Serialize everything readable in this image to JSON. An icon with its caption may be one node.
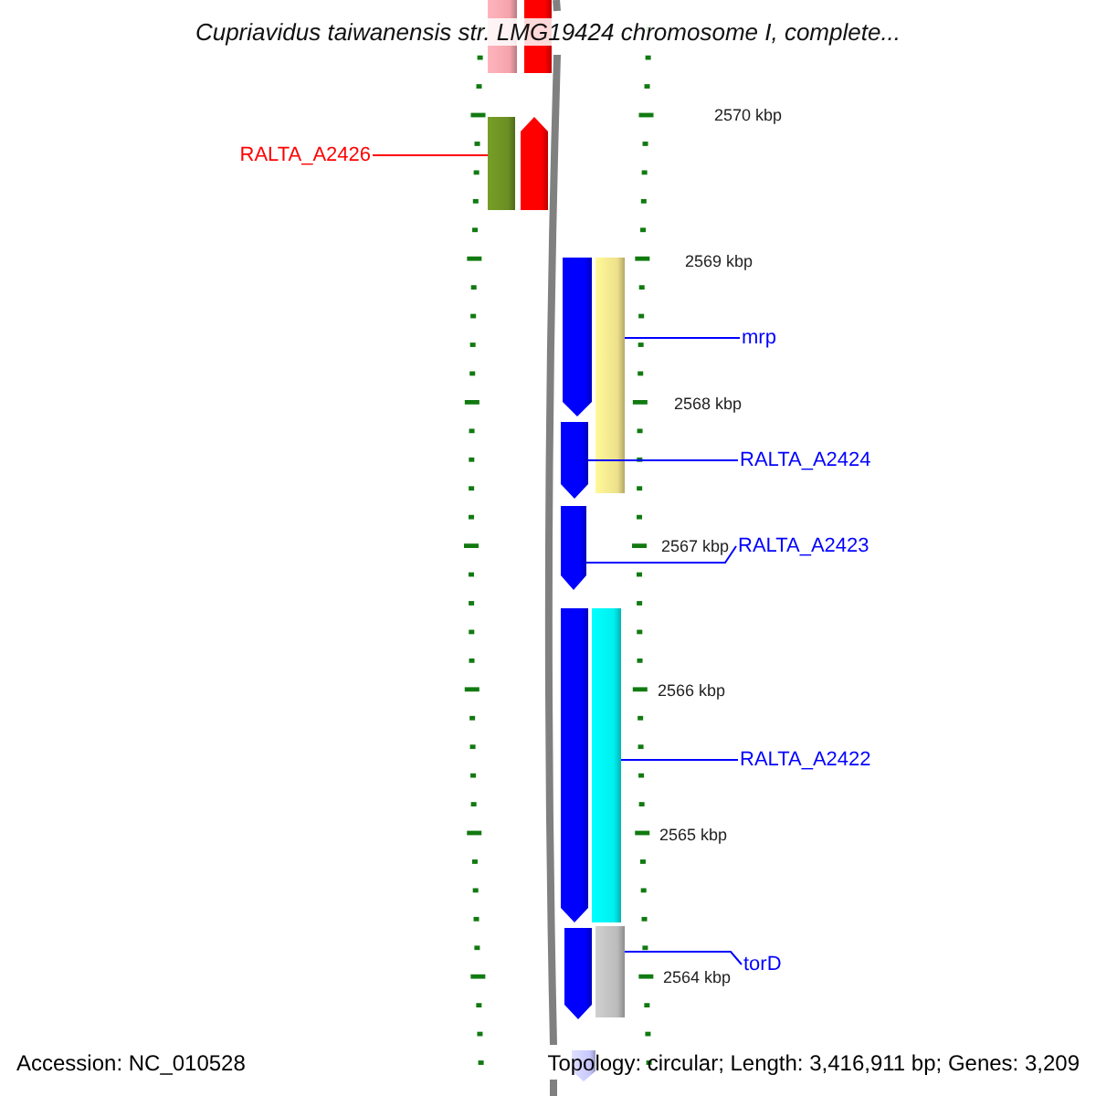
{
  "diagram": {
    "title": "Cupriavidus taiwanensis str. LMG19424 chromosome I, complete...",
    "nodes": [
      {
        "text": [],
        "shape": "bar"
      },
      {
        "text": [],
        "shape": "bar"
      },
      {
        "text": [
          "RALTA_A2426"
        ]
      },
      {
        "text": [],
        "shape": "bar"
      },
      {
        "text": [],
        "shape": "pentagon"
      },
      {
        "text": [],
        "shape": "pentagon"
      },
      {
        "text": [],
        "shape": "bar"
      },
      {
        "text": [
          "mrp"
        ]
      },
      {
        "text": [],
        "shape": "pentagon"
      },
      {
        "text": [
          "RALTA_A2424"
        ]
      },
      {
        "text": [],
        "shape": "pentagon"
      },
      {
        "text": [
          "RALTA_A2423"
        ]
      },
      {
        "text": [],
        "shape": "pentagon"
      },
      {
        "text": [],
        "shape": "bar"
      },
      {
        "text": [
          "RALTA_A2422"
        ]
      },
      {
        "text": [],
        "shape": "pentagon"
      },
      {
        "text": [],
        "shape": "bar"
      },
      {
        "text": [
          "torD"
        ]
      },
      {
        "text": [],
        "shape": "pentagon"
      }
    ],
    "edges": [
      {
        "from": 2,
        "to": 3,
        "arrow": "none",
        "color": "#ff0000"
      },
      {
        "from": 7,
        "to": 6,
        "arrow": "none"
      },
      {
        "from": 9,
        "to": 8,
        "arrow": "none"
      },
      {
        "from": 11,
        "to": 10,
        "arrow": "none"
      },
      {
        "from": 14,
        "to": 13,
        "arrow": "none"
      },
      {
        "from": 17,
        "to": 16,
        "arrow": "none"
      }
    ],
    "labels": [
      "2570 kbp",
      "2569 kbp",
      "2568 kbp",
      "2567 kbp",
      "2566 kbp",
      "2565 kbp",
      "2564 kbp",
      "Accession: NC_010528",
      "Topology: circular; Length: 3,416,911 bp; Genes: 3,209"
    ]
  }
}
